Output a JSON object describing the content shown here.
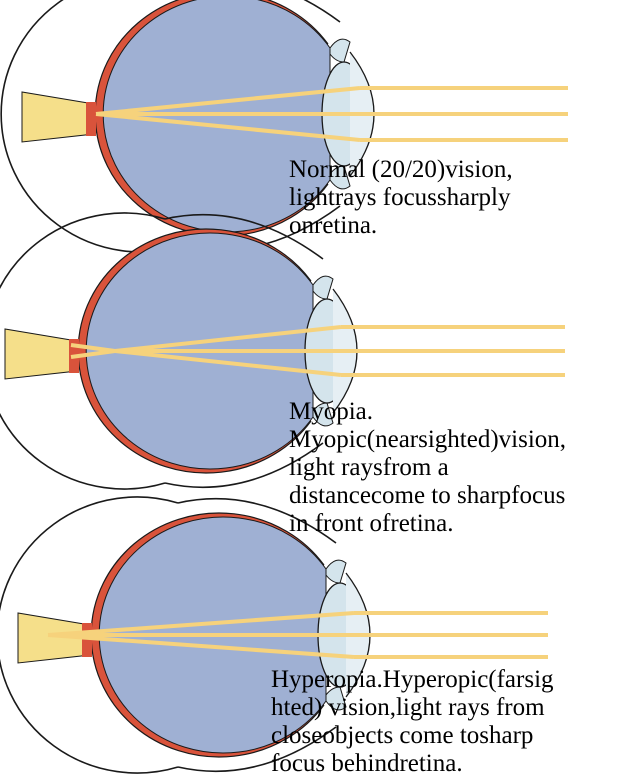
{
  "panels": [
    {
      "id": "normal",
      "caption_lines": [
        "Normal (20/20)vision,",
        "lightrays focussharply",
        "onretina."
      ]
    },
    {
      "id": "myopia",
      "caption_lines": [
        "Myopia.",
        "Myopic(nearsighted)vision,",
        "light raysfrom a",
        "distancecome to sharpfocus",
        "in front ofretina."
      ]
    },
    {
      "id": "hyperopia",
      "caption_lines": [
        "Hyperopia.Hyperopic(farsig",
        "hted) vision,light rays from",
        "closeobjects come tosharp",
        "focus behindretina."
      ]
    }
  ],
  "colors": {
    "vitreous": "#9fb0d3",
    "retina": "#d9533b",
    "sclera": "#ffffff",
    "outline": "#1a1a1a",
    "lens": "#d4e4ec",
    "light_ray": "#f6d27c",
    "optic_nerve": "#f5df8a"
  }
}
